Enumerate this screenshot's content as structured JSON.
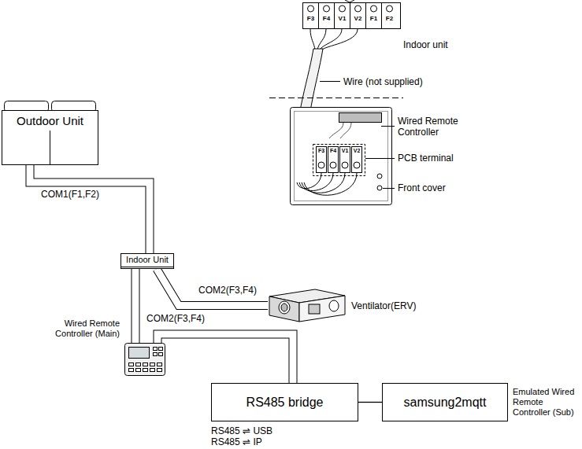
{
  "diagram": {
    "nodes": [
      {
        "text": [
          "Outdoor Unit"
        ]
      },
      {
        "text": [
          "Indoor Unit"
        ]
      },
      {
        "text": [
          "Ventilator(ERV)"
        ]
      },
      {
        "text": [
          "Wired Remote Controller (Main)"
        ]
      },
      {
        "text": [
          "RS485 bridge"
        ]
      },
      {
        "text": [
          "samsung2mqtt"
        ]
      }
    ],
    "edges": [
      {
        "from": 0,
        "to": 1,
        "label": "COM1(F1,F2)",
        "arrow": "none"
      },
      {
        "from": 1,
        "to": 2,
        "label": "COM2(F3,F4)",
        "arrow": "none"
      },
      {
        "from": 1,
        "to": 3,
        "label": "COM2(F3,F4)",
        "arrow": "none"
      },
      {
        "from": 3,
        "to": 4,
        "arrow": "none"
      },
      {
        "from": 4,
        "to": 5,
        "arrow": "none"
      }
    ],
    "labels": [
      "F3",
      "F4",
      "V1",
      "V2",
      "F1",
      "F2",
      "Indoor unit",
      "Wire (not supplied)",
      "Wired Remote Controller",
      "F3",
      "F4",
      "V1",
      "V2",
      "PCB terminal",
      "Front cover",
      "RS485 ⇌ USB",
      "RS485 ⇌ IP",
      "Emulated Wired Remote Controller (Sub)"
    ]
  }
}
